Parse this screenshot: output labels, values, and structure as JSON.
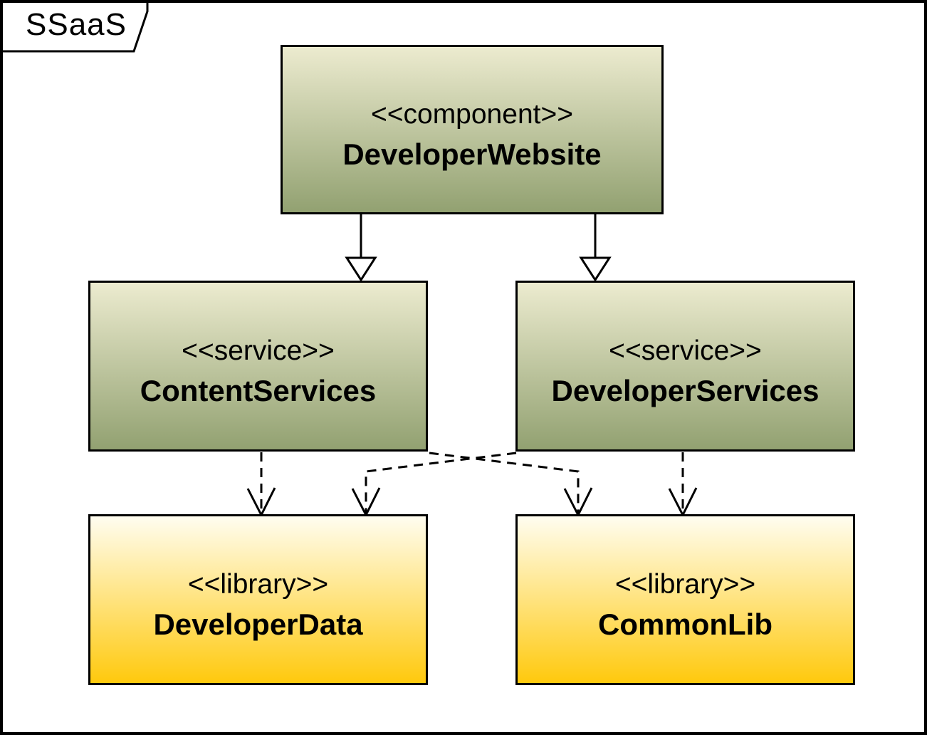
{
  "frame": {
    "label": "SSaaS"
  },
  "colors": {
    "background": "#FFFFFF",
    "line": "#000000",
    "component_fill_top": "#ECEBCF",
    "component_fill_bottom": "#92A171",
    "library_fill_top": "#FFFDF0",
    "library_fill_bottom": "#FFC90D"
  },
  "nodes": [
    {
      "stereotype": "<<component>>",
      "name": "DeveloperWebsite",
      "fill": "green"
    },
    {
      "stereotype": "<<service>>",
      "name": "ContentServices",
      "fill": "green"
    },
    {
      "stereotype": "<<service>>",
      "name": "DeveloperServices",
      "fill": "green"
    },
    {
      "stereotype": "<<library>>",
      "name": "DeveloperData",
      "fill": "yellow"
    },
    {
      "stereotype": "<<library>>",
      "name": "CommonLib",
      "fill": "yellow"
    }
  ],
  "edges": [
    {
      "from": "DeveloperWebsite",
      "to": "ContentServices",
      "line": "solid",
      "arrowhead": "hollow-triangle"
    },
    {
      "from": "DeveloperWebsite",
      "to": "DeveloperServices",
      "line": "solid",
      "arrowhead": "hollow-triangle"
    },
    {
      "from": "ContentServices",
      "to": "DeveloperData",
      "line": "dashed",
      "arrowhead": "open-v"
    },
    {
      "from": "ContentServices",
      "to": "CommonLib",
      "line": "dashed",
      "arrowhead": "open-v"
    },
    {
      "from": "DeveloperServices",
      "to": "DeveloperData",
      "line": "dashed",
      "arrowhead": "open-v"
    },
    {
      "from": "DeveloperServices",
      "to": "CommonLib",
      "line": "dashed",
      "arrowhead": "open-v"
    }
  ]
}
